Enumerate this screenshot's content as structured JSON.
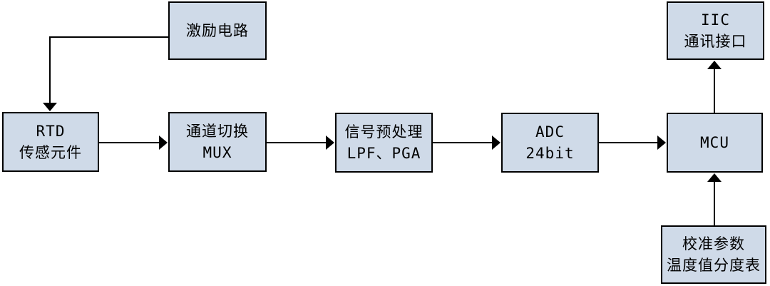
{
  "diagram": {
    "type": "block-diagram",
    "background": "#ffffff",
    "node_fill": "#cfdae8",
    "node_border": "#000000",
    "arrow_color": "#000000",
    "nodes": {
      "excitation": {
        "label": "激励电路"
      },
      "rtd": {
        "label": "RTD\n传感元件"
      },
      "mux": {
        "label": "通道切换\nMUX"
      },
      "preprocess": {
        "label": "信号预处理\nLPF、PGA"
      },
      "adc": {
        "label": "ADC\n24bit"
      },
      "mcu": {
        "label": "MCU"
      },
      "iic": {
        "label": "IIC\n通讯接口"
      },
      "calibration": {
        "label": "校准参数\n温度值分度表"
      }
    },
    "edges": [
      {
        "from": "excitation",
        "to": "rtd"
      },
      {
        "from": "rtd",
        "to": "mux"
      },
      {
        "from": "mux",
        "to": "preprocess"
      },
      {
        "from": "preprocess",
        "to": "adc"
      },
      {
        "from": "adc",
        "to": "mcu"
      },
      {
        "from": "mcu",
        "to": "iic"
      },
      {
        "from": "calibration",
        "to": "mcu"
      }
    ]
  }
}
